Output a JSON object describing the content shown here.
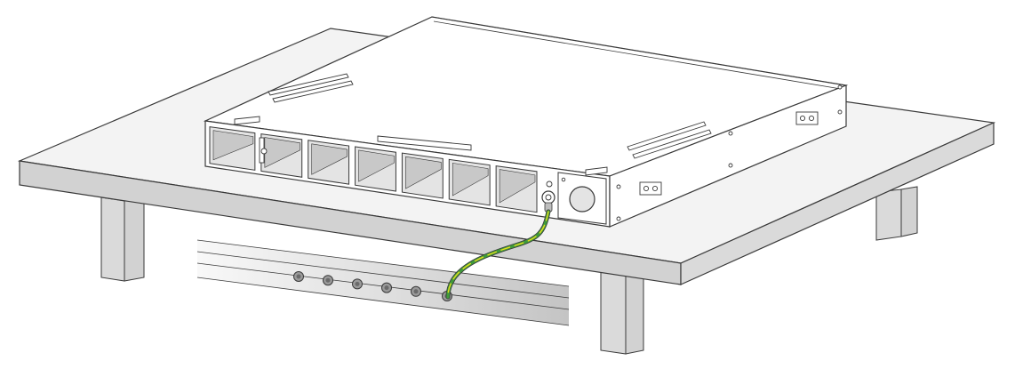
{
  "diagram": {
    "subject": "chassis-on-workbench-grounding",
    "colors": {
      "outline": "#3a3a3a",
      "table_top": "#f3f3f3",
      "table_edge": "#d2d2d2",
      "table_leg": "#dadada",
      "chassis_top": "#ffffff",
      "chassis_front": "#ffffff",
      "slot_inside": "#e4e4e4",
      "slot_shadow": "#c8c8c8",
      "ground_bar_light": "#f8f8f8",
      "ground_bar_dark": "#c4c4c4",
      "ground_wire_green": "#3f9a3a",
      "ground_wire_yellow": "#e6dc1e",
      "screw": "#6a6a6a"
    },
    "front_slot_count": 7,
    "ground_bar_screw_count": 6,
    "connected_screw_index": 5
  }
}
